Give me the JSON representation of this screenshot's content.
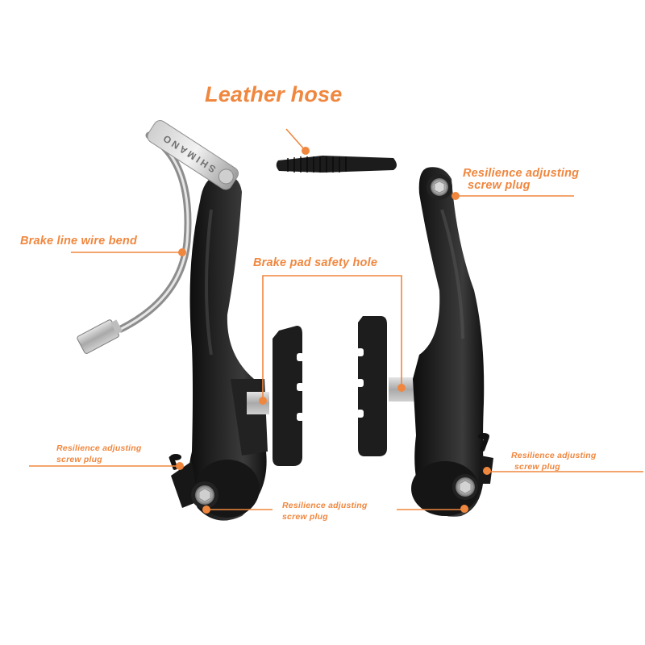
{
  "theme": {
    "accent": "#f0873f",
    "part_black": "#1b1b1b",
    "metal": "#b8b8b8",
    "background": "#ffffff"
  },
  "title": "Leather hose",
  "callouts": [
    {
      "id": "resilience-top-right",
      "line1": "Resilience adjusting",
      "line2": "screw plug"
    },
    {
      "id": "brake-line-wire-bend",
      "line1": "Brake line wire bend"
    },
    {
      "id": "brake-pad-safety-hole",
      "line1": "Brake pad safety hole"
    },
    {
      "id": "resilience-left",
      "line1": "Resilience adjusting",
      "line2": "screw plug"
    },
    {
      "id": "resilience-bottom-center",
      "line1": "Resilience adjusting",
      "line2": "screw plug"
    },
    {
      "id": "resilience-right",
      "line1": "Resilience adjusting",
      "line2": "screw plug"
    }
  ],
  "engraving": "SHIMANO"
}
